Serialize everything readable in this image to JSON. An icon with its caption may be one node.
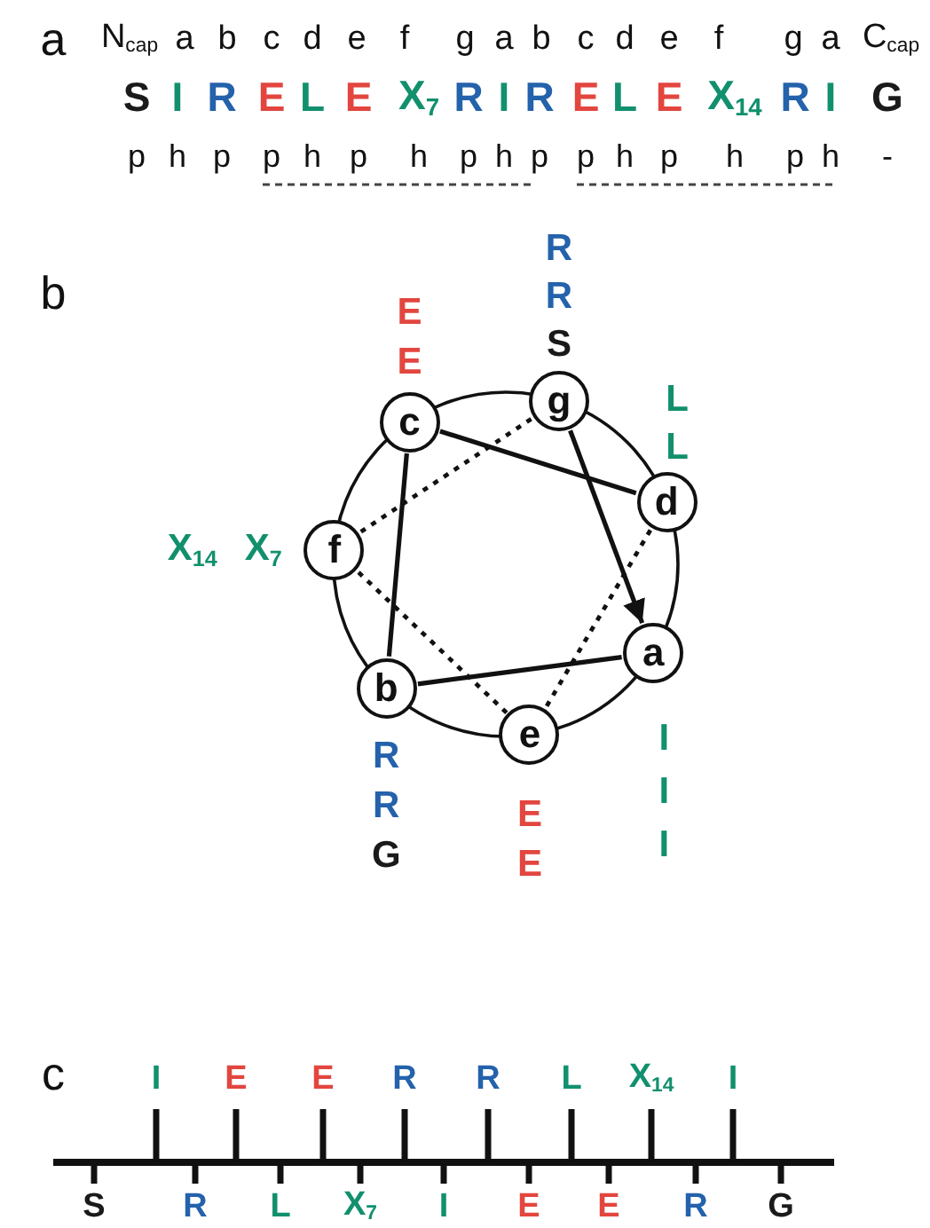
{
  "diagram": {
    "nodes": [
      {
        "text": [
          "g"
        ],
        "beside": [
          "R",
          "R",
          "S"
        ]
      },
      {
        "text": [
          "c"
        ],
        "beside": [
          "E",
          "E"
        ]
      },
      {
        "text": [
          "d"
        ],
        "beside": [
          "L",
          "L"
        ]
      },
      {
        "text": [
          "f"
        ],
        "beside": [
          "X$_{14}$",
          "X$_{7}$"
        ]
      },
      {
        "text": [
          "a"
        ],
        "beside": [
          "I",
          "I",
          "I"
        ]
      },
      {
        "text": [
          "b"
        ],
        "beside": [
          "R",
          "R",
          "G"
        ]
      },
      {
        "text": [
          "e"
        ],
        "beside": [
          "E",
          "E"
        ]
      }
    ],
    "edges": [
      {
        "from": 0,
        "to": 4,
        "arrow": "to"
      },
      {
        "from": 4,
        "to": 5,
        "arrow": "none"
      },
      {
        "from": 5,
        "to": 1,
        "arrow": "none"
      },
      {
        "from": 1,
        "to": 2,
        "arrow": "none"
      },
      {
        "from": 2,
        "to": 6,
        "arrow": "none",
        "style": "dashed"
      },
      {
        "from": 6,
        "to": 3,
        "arrow": "none",
        "style": "dashed"
      },
      {
        "from": 3,
        "to": 0,
        "arrow": "none",
        "style": "dashed"
      }
    ],
    "labels": [
      "a",
      "N$_{cap}$",
      "a",
      "b",
      "c",
      "d",
      "e",
      "f",
      "g",
      "a",
      "b",
      "c",
      "d",
      "e",
      "f",
      "g",
      "a",
      "C$_{cap}$",
      "S",
      "I",
      "R",
      "E",
      "L",
      "E",
      "X$_{7}$",
      "R",
      "I",
      "R",
      "E",
      "L",
      "E",
      "X$_{14}$",
      "R",
      "I",
      "G",
      "p",
      "h",
      "p",
      "p",
      "h",
      "p",
      "h",
      "p",
      "h",
      "p",
      "p",
      "h",
      "p",
      "h",
      "p",
      "h",
      "-",
      "b",
      "c",
      "I",
      "E",
      "E",
      "R",
      "R",
      "L",
      "X$_{14}$",
      "I",
      "S",
      "R",
      "L",
      "X$_{7}$",
      "I",
      "E",
      "E",
      "R",
      "G"
    ]
  }
}
